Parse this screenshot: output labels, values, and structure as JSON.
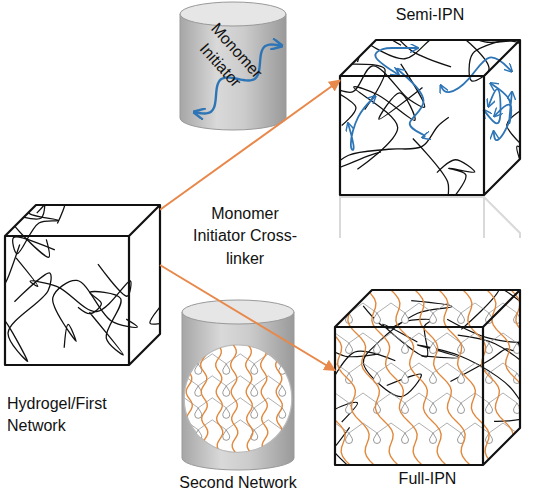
{
  "diagram": {
    "nodes": [
      {
        "text": [
          "Monomer Initiator"
        ]
      },
      {
        "text": [
          "Semi-IPN"
        ]
      },
      {
        "text": [
          "Hydrogel/First Network"
        ]
      },
      {
        "text": [
          "Second Network"
        ]
      },
      {
        "text": [
          "Full-IPN"
        ]
      }
    ],
    "edges": [
      {
        "from": 2,
        "to": 1,
        "arrow": "to"
      },
      {
        "from": 2,
        "to": 4,
        "arrow": "to"
      }
    ],
    "labels": [
      "Monomer Initiator Cross-linker"
    ]
  }
}
